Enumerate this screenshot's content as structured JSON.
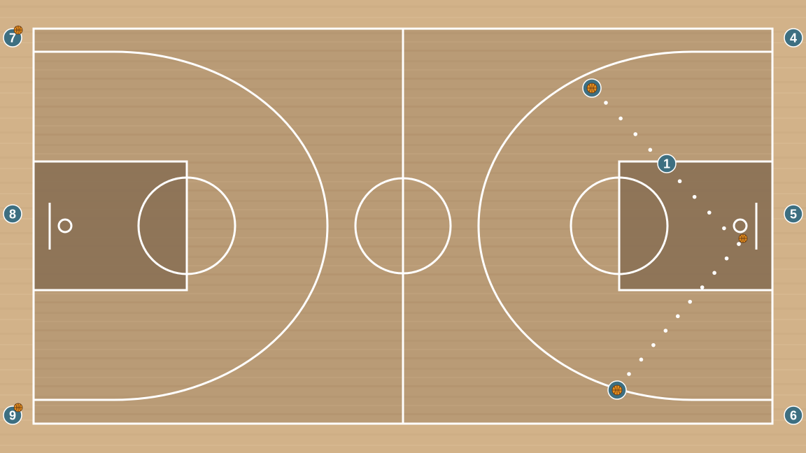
{
  "colors": {
    "floor_outer": "#d2b289",
    "floor_court": "#b99b76",
    "paint": "#876f54",
    "line": "#ffffff",
    "player_fill": "#3d6f81",
    "player_stroke": "#ffffff",
    "ball": "#e8901e",
    "ball_seam": "#5a3212"
  },
  "players": [
    {
      "id": "p1",
      "label": "1",
      "has_ball": false
    },
    {
      "id": "p2",
      "label": "",
      "has_ball": true
    },
    {
      "id": "p3",
      "label": "",
      "has_ball": true
    },
    {
      "id": "p4",
      "label": "4",
      "has_ball": false
    },
    {
      "id": "p5",
      "label": "5",
      "has_ball": false
    },
    {
      "id": "p6",
      "label": "6",
      "has_ball": false
    },
    {
      "id": "p7",
      "label": "7",
      "has_ball": true
    },
    {
      "id": "p8",
      "label": "8",
      "has_ball": false
    },
    {
      "id": "p9",
      "label": "9",
      "has_ball": true
    }
  ],
  "loose_balls": [
    {
      "id": "ball-near-basket"
    }
  ],
  "pass_paths": [
    {
      "id": "pass-top",
      "style": "dotted"
    },
    {
      "id": "pass-bottom",
      "style": "dotted"
    }
  ]
}
